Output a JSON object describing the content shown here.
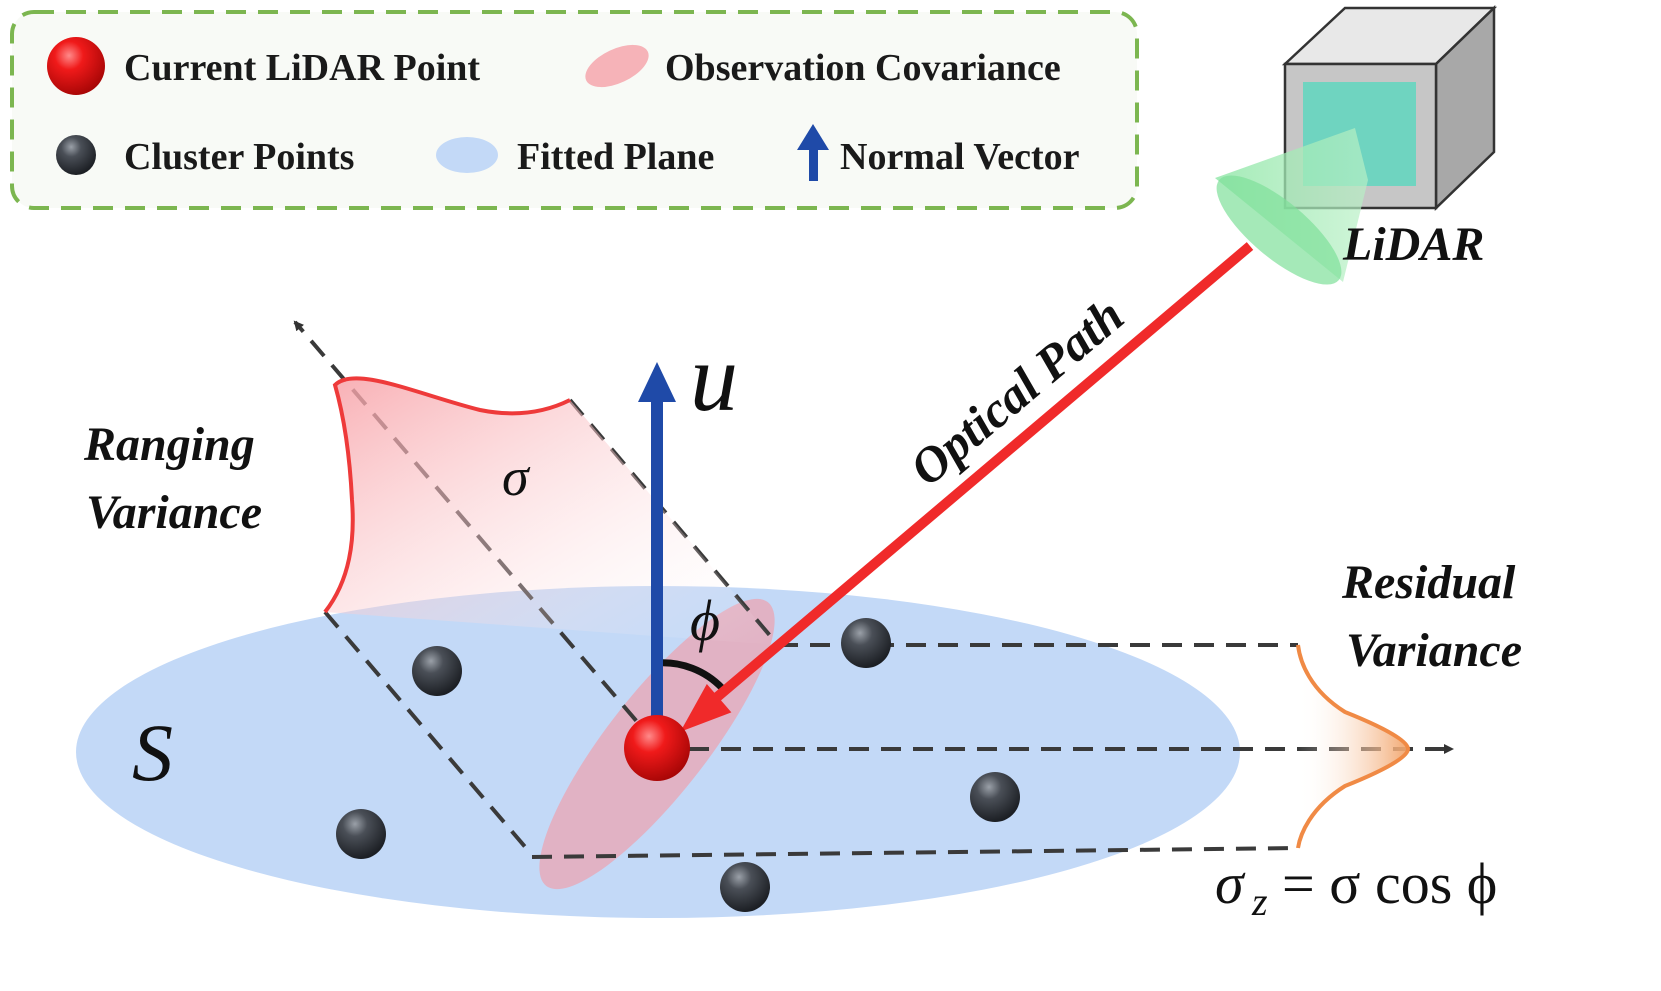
{
  "legend": {
    "items": [
      {
        "id": "current-point",
        "label": "Current LiDAR Point",
        "icon": "red-sphere-icon"
      },
      {
        "id": "observation-covariance",
        "label": "Observation Covariance",
        "icon": "pink-ellipse-icon"
      },
      {
        "id": "cluster-points",
        "label": "Cluster Points",
        "icon": "dark-sphere-icon"
      },
      {
        "id": "fitted-plane",
        "label": "Fitted Plane",
        "icon": "blue-ellipse-icon"
      },
      {
        "id": "normal-vector",
        "label": "Normal Vector",
        "icon": "blue-arrow-icon"
      }
    ]
  },
  "labels": {
    "lidar": "LiDAR",
    "optical_path": "Optical Path",
    "ranging_line1": "Ranging",
    "ranging_line2": "Variance",
    "residual_line1": "Residual",
    "residual_line2": "Variance",
    "normal_symbol": "u",
    "sigma": "σ",
    "phi": "ϕ",
    "plane_symbol": "S",
    "formula": {
      "sigma": "σ",
      "sub": "z",
      "rest": "= σ cos ϕ"
    }
  },
  "colors": {
    "current_point": "#e8191b",
    "cluster_point": "#3d4148",
    "fitted_plane": "#c3d9f7",
    "covariance": "#f6b3b8",
    "normal_vector": "#1f4aa8",
    "optical_path": "#f02a2a",
    "legend_border": "#7cb650",
    "ranging_curve": "#ee3a3a",
    "residual_curve": "#f08a45"
  }
}
